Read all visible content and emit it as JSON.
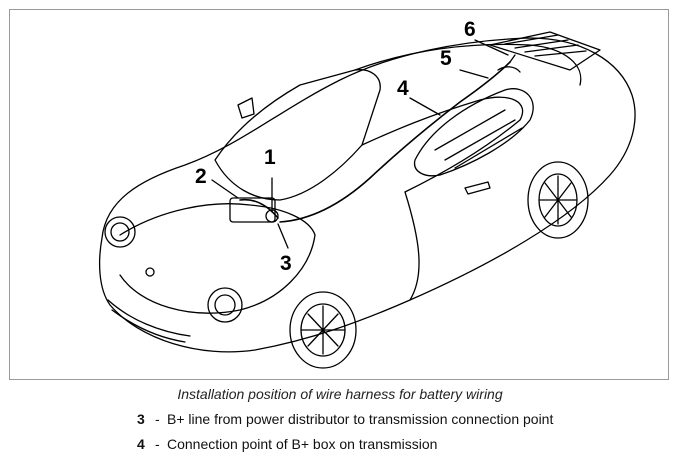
{
  "diagram": {
    "callouts": [
      "1",
      "2",
      "3",
      "4",
      "5",
      "6"
    ],
    "caption": "Installation position of wire harness for battery wiring",
    "legend": [
      {
        "number": "3",
        "text": "B+ line from power distributor to transmission connection point"
      },
      {
        "number": "4",
        "text": "Connection point of B+ box on transmission"
      }
    ]
  }
}
